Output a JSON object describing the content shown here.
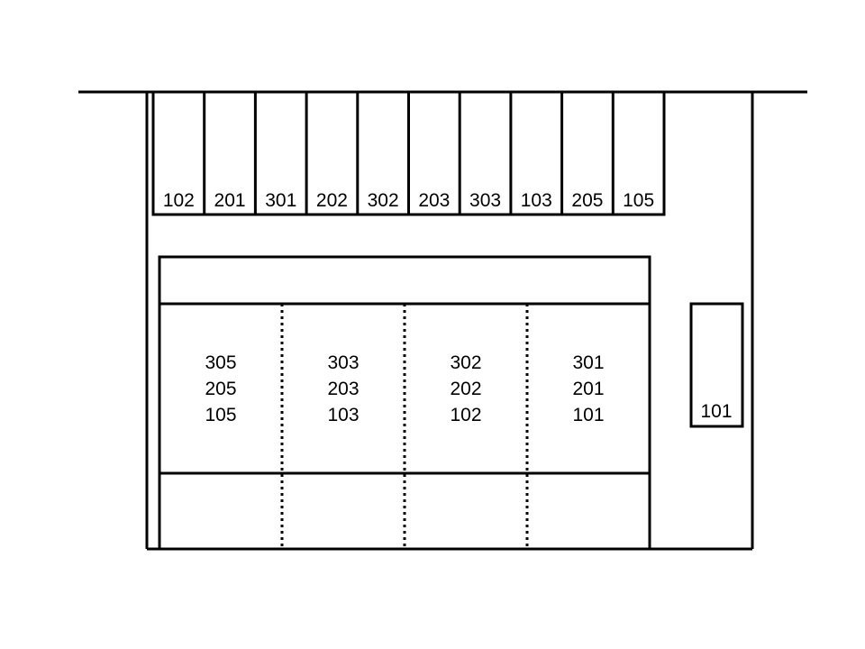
{
  "parking_slots": [
    "102",
    "201",
    "301",
    "202",
    "302",
    "203",
    "303",
    "103",
    "205",
    "105"
  ],
  "building_units": [
    {
      "rooms": [
        "305",
        "205",
        "105"
      ]
    },
    {
      "rooms": [
        "303",
        "203",
        "103"
      ]
    },
    {
      "rooms": [
        "302",
        "202",
        "102"
      ]
    },
    {
      "rooms": [
        "301",
        "201",
        "101"
      ]
    }
  ],
  "side_box": {
    "label": "101"
  },
  "colors": {
    "line": "#000000",
    "background": "#ffffff"
  }
}
